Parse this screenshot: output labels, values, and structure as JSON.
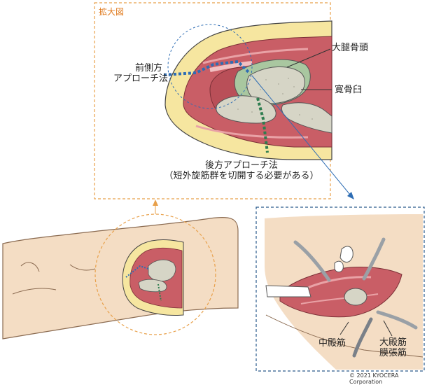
{
  "zoom_box": {
    "title": "拡大図"
  },
  "labels": {
    "anterior_line1": "前側方",
    "anterior_line2": "アプローチ法",
    "femoral_head": "大腿骨頭",
    "acetabulum": "寛骨臼",
    "posterior_line1": "後方アプローチ法",
    "posterior_line2": "（短外旋筋群を切開する必要がある）",
    "gluteus_medius": "中殿筋",
    "tfl_line1": "大殿筋",
    "tfl_line2": "膜張筋"
  },
  "copyright": "© 2021 KYOCERA Corporation",
  "colors": {
    "zoom_border": "#e8a04a",
    "detail_border": "#2a5a8c",
    "skin": "#f4ddc4",
    "fat": "#f6e6a0",
    "muscle": "#c95e66",
    "bone": "#d6d5c6",
    "cartilage": "#a9c7a0",
    "anterior_line": "#2e6db4",
    "posterior_line": "#2e7d4f"
  }
}
